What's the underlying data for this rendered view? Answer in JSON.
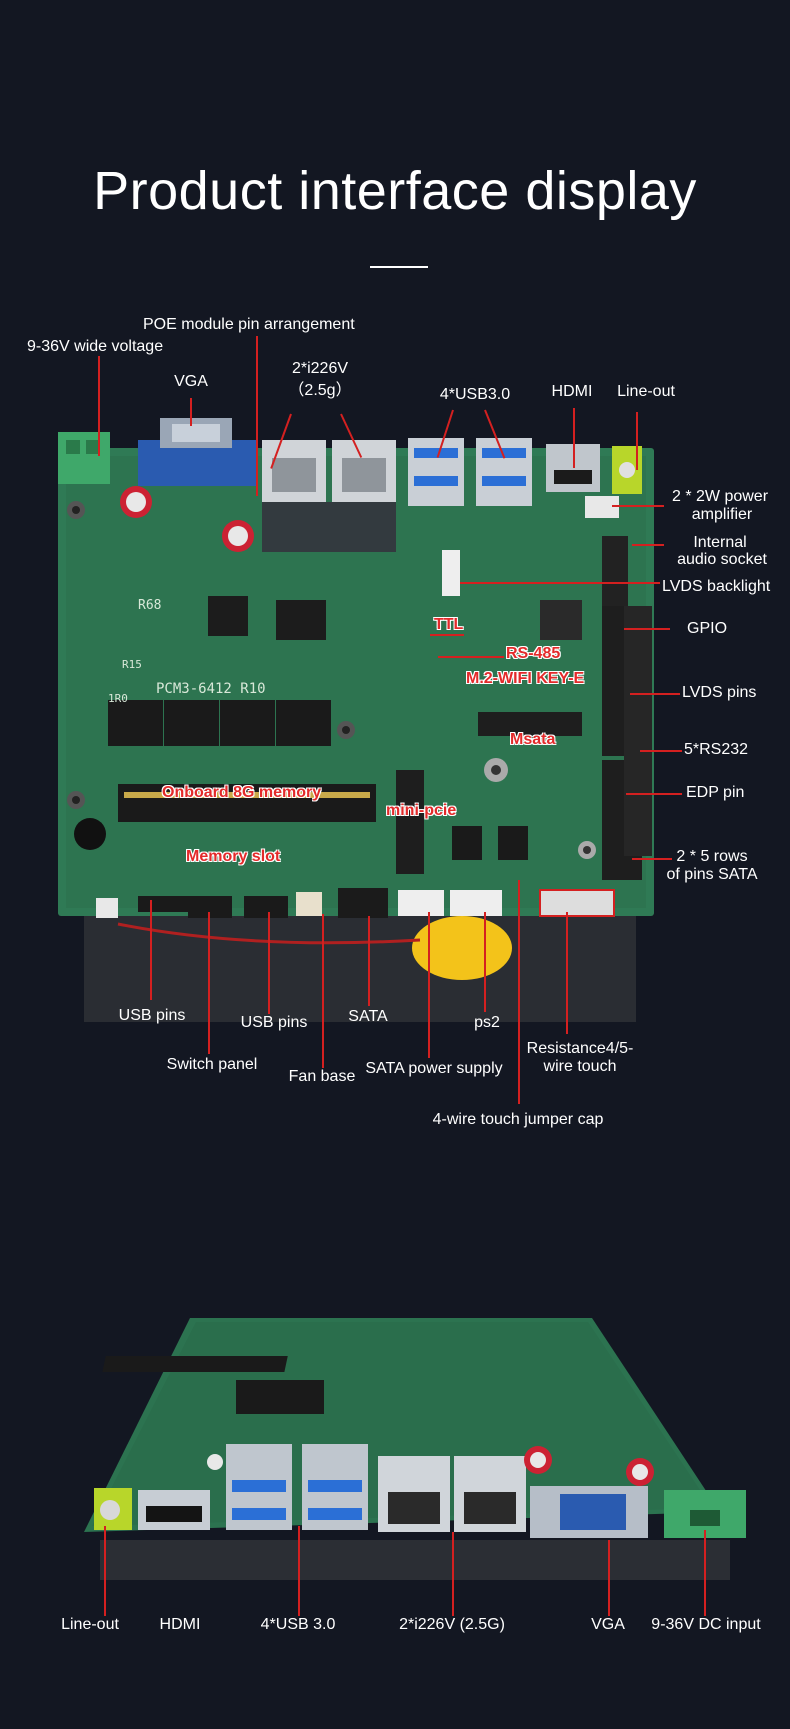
{
  "title": "Product interface display",
  "top_board": {
    "silkscreen": "PCM3-6412 R10",
    "silk_r68": "R68",
    "silk_r15": "R15",
    "silk_1r0": "1R0",
    "labels": {
      "poe": "POE module pin arrangement",
      "wide_voltage": "9-36V wide voltage",
      "vga": "VGA",
      "lan_line1": "2*i226V",
      "lan_line2": "（2.5g）",
      "usb30": "4*USB3.0",
      "hdmi": "HDMI",
      "line_out": "Line-out",
      "amp_line1": "2 * 2W power",
      "amp_line2": "amplifier",
      "audio_line1": "Internal",
      "audio_line2": "audio socket",
      "lvds_backlight": "LVDS backlight",
      "gpio": "GPIO",
      "lvds_pins": "LVDS pins",
      "rs232": "5*RS232",
      "edp": "EDP pin",
      "sata_rows_line1": "2 * 5 rows",
      "sata_rows_line2": "of pins SATA",
      "usb_pins_1": "USB pins",
      "usb_pins_2": "USB pins",
      "sata": "SATA",
      "ps2": "ps2",
      "switch_panel": "Switch panel",
      "fan_base": "Fan base",
      "sata_power": "SATA power supply",
      "resist_line1": "Resistance4/5-",
      "resist_line2": "wire touch",
      "touch_jumper": "4-wire touch jumper cap"
    },
    "callouts": {
      "ttl": "TTL",
      "rs485": "RS-485",
      "m2_wifi": "M.2-WIFI KEY-E",
      "msata": "Msata",
      "memory": "Onboard 8G memory",
      "mini_pcie": "mini-pcie",
      "memory_slot": "Memory slot"
    }
  },
  "bottom_board": {
    "labels": {
      "line_out": "Line-out",
      "hdmi": "HDMI",
      "usb30": "4*USB 3.0",
      "lan": "2*i226V (2.5G)",
      "vga": "VGA",
      "dc_input": "9-36V DC input"
    }
  },
  "colors": {
    "background": "#131722",
    "pcb": "#2f7a55",
    "callout_red": "#e32a2a",
    "leader_line": "#d42020",
    "terminal_green": "#3fa86a",
    "vga_blue": "#2a5bb0",
    "usb_blue": "#2b6fd6",
    "audio_lime": "#b8d62a"
  }
}
